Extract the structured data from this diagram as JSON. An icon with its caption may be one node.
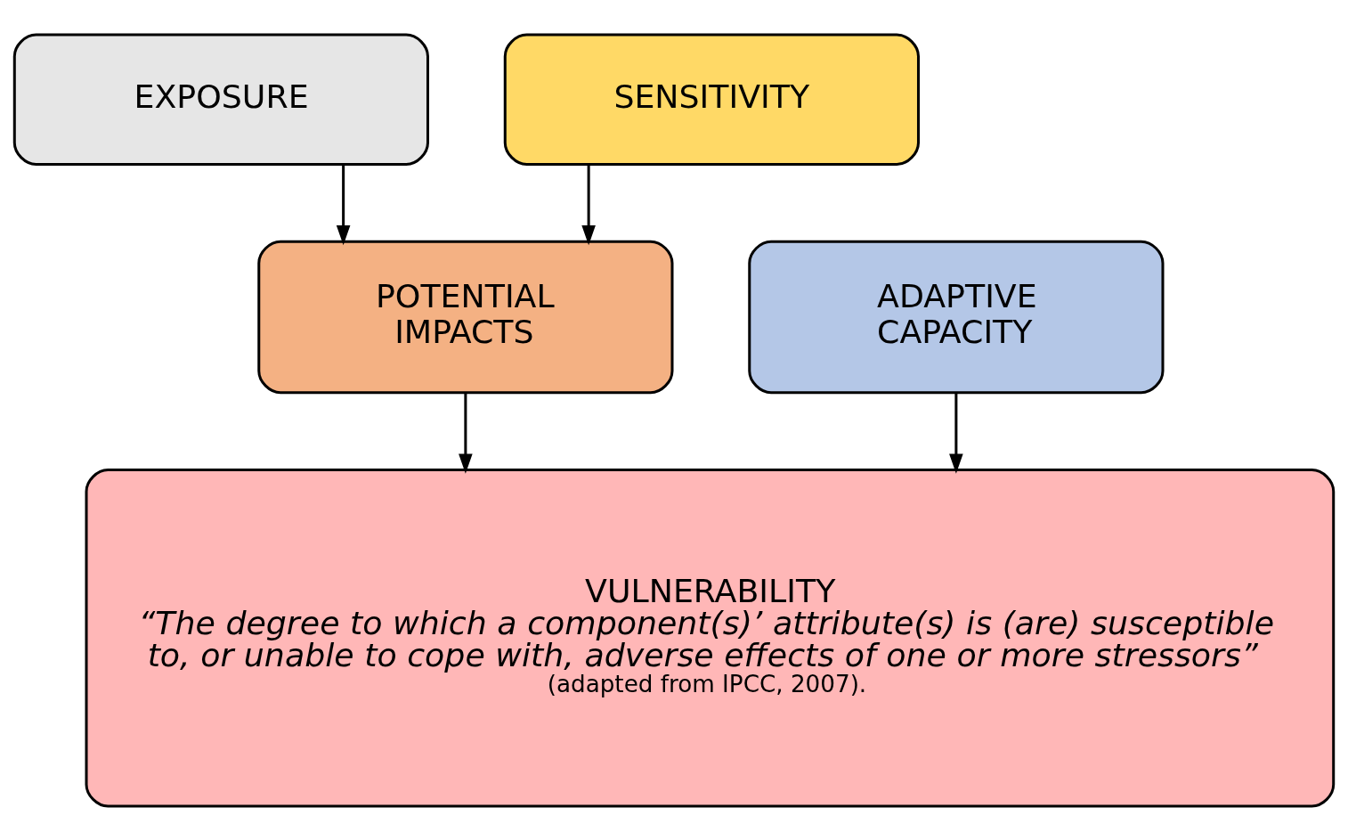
{
  "diagram": {
    "nodes": [
      {
        "text": [
          "EXPOSURE"
        ]
      },
      {
        "text": [
          "SENSITIVITY"
        ]
      },
      {
        "text": [
          "POTENTIAL IMPACTS"
        ]
      },
      {
        "text": [
          "ADAPTIVE CAPACITY"
        ]
      },
      {
        "text": [
          "VULNERABILITY",
          "“The degree to which a component(s)’ attribute(s) is (are) susceptible to, or unable to cope with, adverse effects of one or more stressors”",
          "(adapted from IPCC, 2007)."
        ]
      }
    ],
    "edges": [
      {
        "from": 0,
        "to": 2,
        "arrow": "to"
      },
      {
        "from": 1,
        "to": 2,
        "arrow": "to"
      },
      {
        "from": 2,
        "to": 4,
        "arrow": "to"
      },
      {
        "from": 3,
        "to": 4,
        "arrow": "to"
      }
    ]
  }
}
